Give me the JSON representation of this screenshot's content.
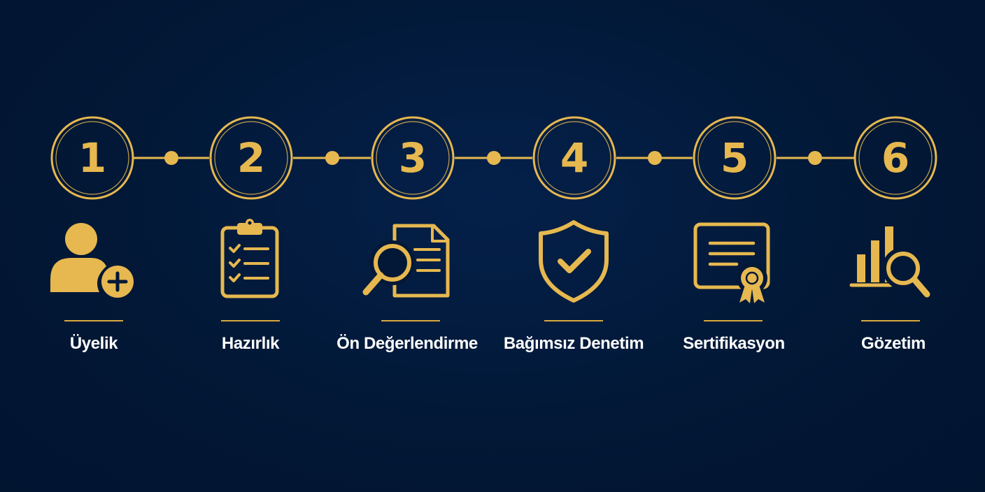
{
  "accent_color": "#e6b84f",
  "background_color": "#021836",
  "steps": [
    {
      "number": "1",
      "label": "Üyelik",
      "icon": "user-add-icon"
    },
    {
      "number": "2",
      "label": "Hazırlık",
      "icon": "clipboard-checklist-icon"
    },
    {
      "number": "3",
      "label": "Ön Değerlendirme",
      "icon": "document-search-icon"
    },
    {
      "number": "4",
      "label": "Bağımsız Denetim",
      "icon": "shield-check-icon"
    },
    {
      "number": "5",
      "label": "Sertifikasyon",
      "icon": "certificate-icon"
    },
    {
      "number": "6",
      "label": "Gözetim",
      "icon": "chart-magnifier-icon"
    }
  ]
}
